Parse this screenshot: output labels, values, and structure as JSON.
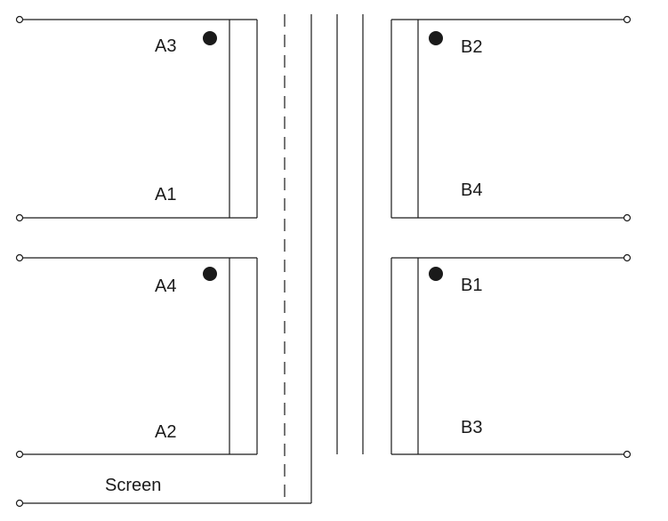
{
  "diagram": {
    "labels": {
      "a3": "A3",
      "a1": "A1",
      "a4": "A4",
      "a2": "A2",
      "b2": "B2",
      "b4": "B4",
      "b1": "B1",
      "b3": "B3",
      "screen": "Screen"
    }
  },
  "colors": {
    "line": "#1a1a1a",
    "background": "#ffffff"
  }
}
